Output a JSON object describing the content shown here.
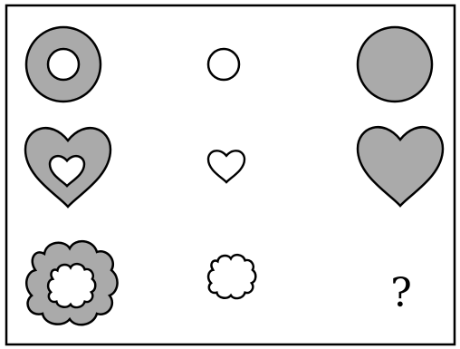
{
  "puzzle": {
    "question_mark": "?",
    "colors": {
      "fill": "#aaaaaa",
      "stroke": "#000000",
      "background": "#ffffff"
    },
    "rows": [
      {
        "shape": "circle",
        "cells": [
          "shape-with-small-white-inside",
          "small-white-shape",
          "filled-gray-shape"
        ]
      },
      {
        "shape": "heart",
        "cells": [
          "shape-with-small-white-inside",
          "small-white-shape",
          "filled-gray-shape"
        ]
      },
      {
        "shape": "cloud",
        "cells": [
          "shape-with-small-white-inside",
          "small-white-shape",
          "missing"
        ]
      }
    ]
  }
}
